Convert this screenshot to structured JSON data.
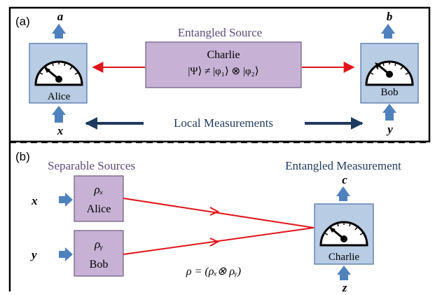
{
  "panel_a": {
    "label": "(a)",
    "source_title": "Entangled Source",
    "source_name": "Charlie",
    "state_expression": "|Ψ⟩ ≠ |φ₁⟩ ⊗ |φ₂⟩",
    "left_device": {
      "name": "Alice",
      "input": "x",
      "output": "a"
    },
    "right_device": {
      "name": "Bob",
      "input": "y",
      "output": "b"
    },
    "measurements_label": "Local Measurements"
  },
  "panel_b": {
    "label": "(b)",
    "sources_title": "Separable Sources",
    "measurement_title": "Entangled Measurement",
    "alice_source": {
      "rho": "ρₓ",
      "name": "Alice",
      "input": "x"
    },
    "bob_source": {
      "rho": "ρᵧ",
      "name": "Bob",
      "input": "y"
    },
    "device": {
      "name": "Charlie",
      "input": "z",
      "output": "c"
    },
    "rho_expression": "ρ = (ρₓ⊗ ρᵧ)"
  },
  "colors": {
    "device_fill": "#b8cce4",
    "device_stroke": "#4a6fa5",
    "source_fill": "#c7b2d6",
    "source_stroke": "#6b5b7b",
    "arrow_red": "#e0141b",
    "arrow_navy": "#1f3a5f",
    "small_arrow": "#4f81bd",
    "title_purple": "#5b4a7a",
    "dial_red": "#cc2020"
  },
  "icons": [
    "measurement-dial-icon",
    "input-arrow-icon",
    "output-arrow-icon"
  ]
}
